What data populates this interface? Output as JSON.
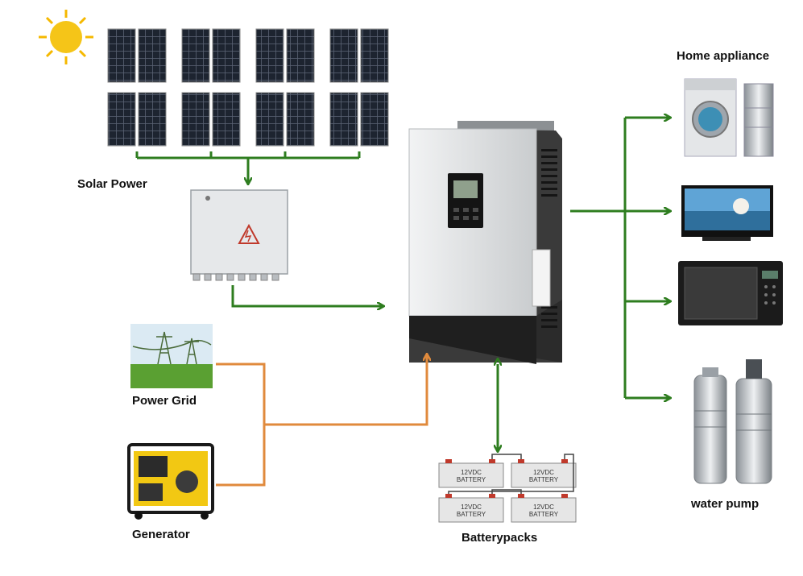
{
  "labels": {
    "solar": "Solar Power",
    "home": "Home appliance",
    "grid": "Power Grid",
    "generator": "Generator",
    "batteries": "Batterypacks",
    "pump": "water pump"
  },
  "battery_label": "12VDC\nBATTERY",
  "colors": {
    "dc_line": "#2e7d1f",
    "ac_line": "#e08a3c",
    "panel": "#1d2430",
    "inverter_body": "#dfe2e4",
    "inverter_base": "#2b2b2b",
    "sun": "#f5c518"
  },
  "icons": [
    "sun-icon",
    "solar-panel",
    "combiner-box",
    "hybrid-inverter",
    "power-grid-icon",
    "generator-icon",
    "battery-icon",
    "washing-machine-icon",
    "refrigerator-icon",
    "tv-icon",
    "microwave-icon",
    "water-pump-icon"
  ]
}
